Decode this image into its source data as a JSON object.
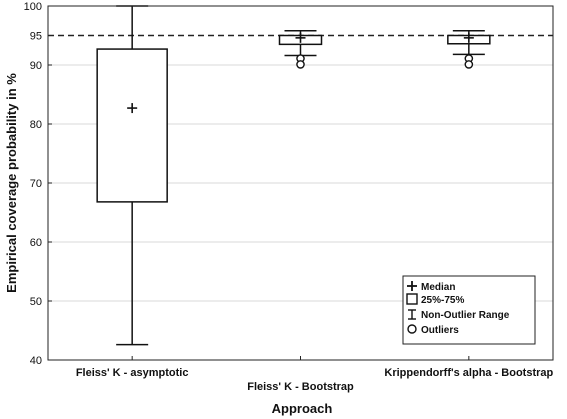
{
  "chart_data": {
    "type": "box",
    "xlabel": "Approach",
    "ylabel": "Empirical coverage probability in %",
    "ylim": [
      40,
      100
    ],
    "yticks": [
      40,
      50,
      60,
      70,
      80,
      90,
      95,
      100
    ],
    "reference_line": 95,
    "grid": "horizontal",
    "legend_placement": "bottom-right",
    "categories": [
      "Fleiss' K - asymptotic",
      "Fleiss' K - Bootstrap",
      "Krippendorff's alpha - Bootstrap"
    ],
    "boxes": [
      {
        "category": "Fleiss' K - asymptotic",
        "median": 82.7,
        "q1": 66.8,
        "q3": 92.7,
        "whisker_low": 42.6,
        "whisker_high": 100,
        "outliers": []
      },
      {
        "category": "Fleiss' K - Bootstrap",
        "median": 94.6,
        "q1": 93.5,
        "q3": 95.0,
        "whisker_low": 91.6,
        "whisker_high": 95.8,
        "outliers": [
          91.1,
          90.1
        ]
      },
      {
        "category": "Krippendorff's alpha - Bootstrap",
        "median": 94.6,
        "q1": 93.6,
        "q3": 95.0,
        "whisker_low": 91.8,
        "whisker_high": 95.8,
        "outliers": [
          91.1,
          90.1
        ]
      }
    ],
    "legend": [
      "Median",
      "25%-75%",
      "Non-Outlier Range",
      "Outliers"
    ]
  }
}
